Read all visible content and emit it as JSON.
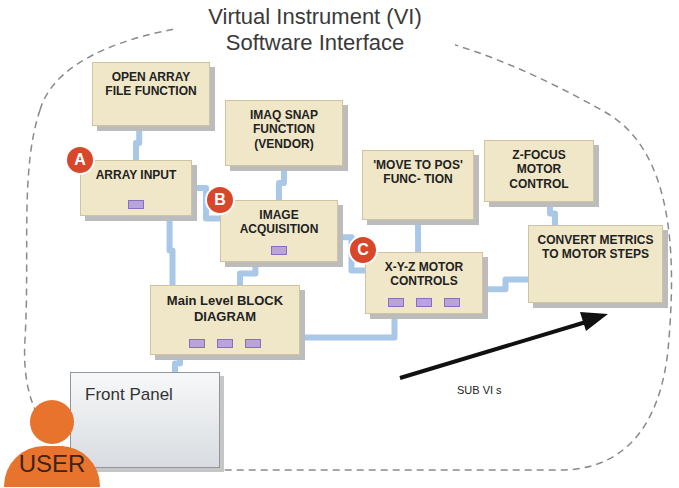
{
  "diagram": {
    "title": "Virtual Instrument (VI) Software Interface",
    "nodes": [
      {
        "text": [
          "OPEN ARRAY FILE FUNCTION"
        ]
      },
      {
        "text": [
          "IMAQ SNAP FUNCTION (VENDOR)"
        ]
      },
      {
        "text": [
          "'MOVE TO POS' FUNC- TION"
        ]
      },
      {
        "text": [
          "Z-FOCUS MOTOR CONTROL"
        ]
      },
      {
        "text": [
          "ARRAY INPUT"
        ]
      },
      {
        "text": [
          "IMAGE ACQUISITION"
        ]
      },
      {
        "text": [
          "X-Y-Z MOTOR CONTROLS"
        ]
      },
      {
        "text": [
          "CONVERT METRICS TO MOTOR STEPS"
        ]
      },
      {
        "text": [
          "Main Level BLOCK DIAGRAM"
        ]
      },
      {
        "text": [
          "Front Panel"
        ]
      },
      {
        "text": [
          "USER"
        ]
      }
    ],
    "edges": [
      {
        "from": 0,
        "to": 4,
        "arrow": "none"
      },
      {
        "from": 1,
        "to": 5,
        "arrow": "none"
      },
      {
        "from": 2,
        "to": 6,
        "arrow": "none"
      },
      {
        "from": 3,
        "to": 7,
        "arrow": "none"
      },
      {
        "from": 4,
        "to": 5,
        "arrow": "none"
      },
      {
        "from": 5,
        "to": 6,
        "arrow": "none"
      },
      {
        "from": 6,
        "to": 7,
        "arrow": "none"
      },
      {
        "from": 8,
        "to": 4,
        "arrow": "none"
      },
      {
        "from": 8,
        "to": 5,
        "arrow": "none"
      },
      {
        "from": 8,
        "to": 6,
        "arrow": "none"
      },
      {
        "from": 9,
        "to": 8,
        "arrow": "none"
      }
    ],
    "labels": [
      "A",
      "B",
      "C",
      "SUB VI s"
    ]
  }
}
